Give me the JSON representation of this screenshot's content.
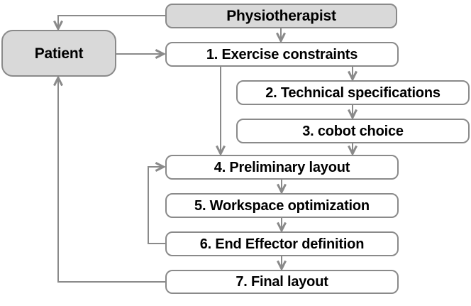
{
  "diagram": {
    "type": "flowchart",
    "background": "#ffffff",
    "colors": {
      "actor_fill": "#d9d9d9",
      "process_fill": "#ffffff",
      "node_border": "#8a8a8a",
      "connector": "#8a8a8a",
      "text": "#000000"
    },
    "nodes": {
      "physiotherapist": {
        "label": "Physiotherapist",
        "type": "actor"
      },
      "patient": {
        "label": "Patient",
        "type": "actor"
      },
      "step1": {
        "label": "1. Exercise constraints",
        "type": "process"
      },
      "step2": {
        "label": "2. Technical specifications",
        "type": "process"
      },
      "step3": {
        "label": "3. cobot choice",
        "type": "process"
      },
      "step4": {
        "label": "4. Preliminary layout",
        "type": "process"
      },
      "step5": {
        "label": "5. Workspace optimization",
        "type": "process"
      },
      "step6": {
        "label": "6. End Effector definition",
        "type": "process"
      },
      "step7": {
        "label": "7. Final layout",
        "type": "process"
      }
    },
    "edges": [
      {
        "from": "physiotherapist",
        "to": "patient"
      },
      {
        "from": "physiotherapist",
        "to": "step1"
      },
      {
        "from": "patient",
        "to": "step1"
      },
      {
        "from": "step1",
        "to": "step2"
      },
      {
        "from": "step1",
        "to": "step4"
      },
      {
        "from": "step2",
        "to": "step3"
      },
      {
        "from": "step3",
        "to": "step4"
      },
      {
        "from": "step4",
        "to": "step5"
      },
      {
        "from": "step5",
        "to": "step6"
      },
      {
        "from": "step6",
        "to": "step4",
        "kind": "feedback"
      },
      {
        "from": "step6",
        "to": "step7"
      },
      {
        "from": "step7",
        "to": "patient",
        "kind": "feedback"
      }
    ]
  }
}
